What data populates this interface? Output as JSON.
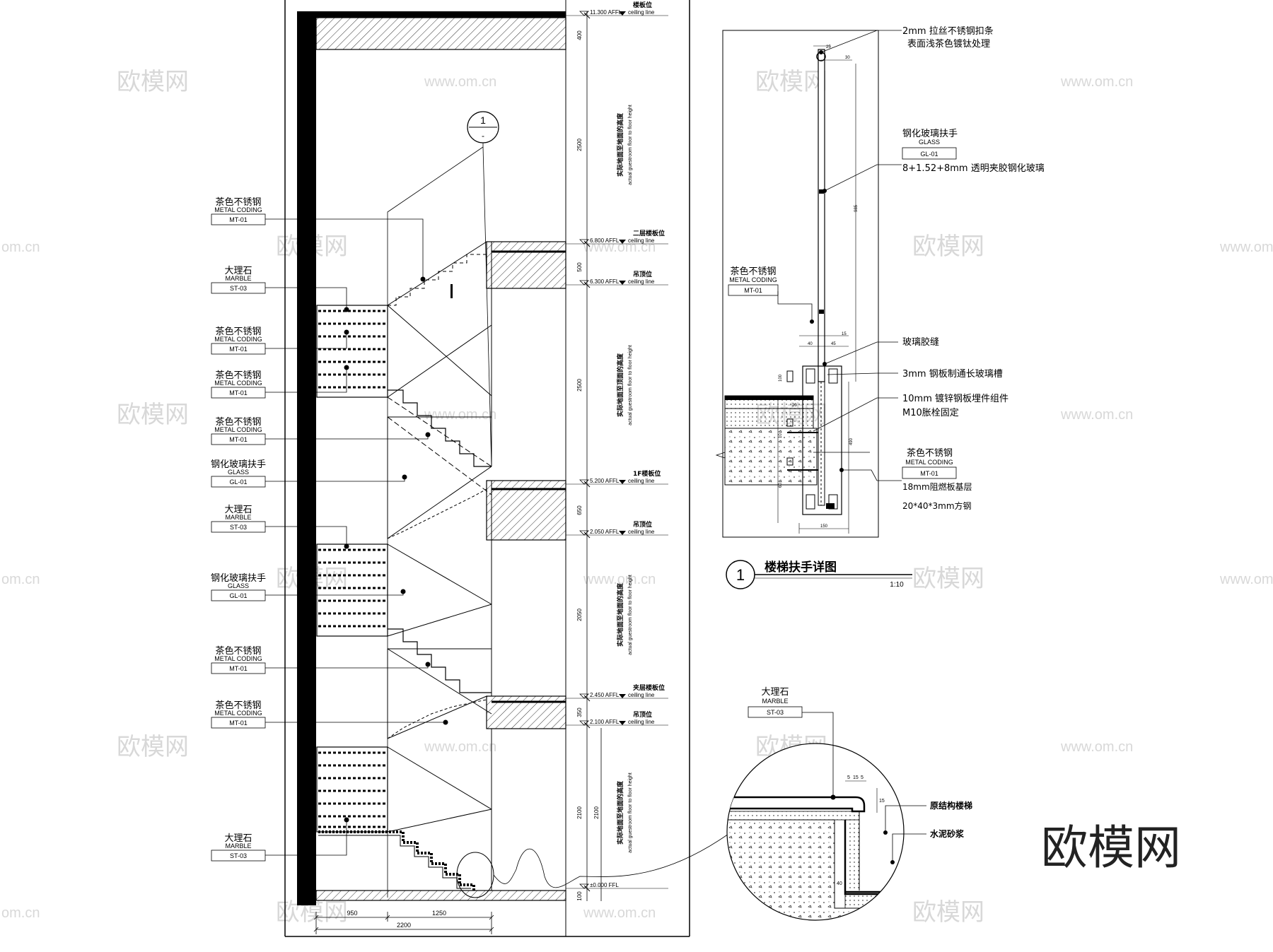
{
  "watermarks": {
    "brand": "欧模网",
    "url": "www.om.cn",
    "url_left": "om.cn",
    "brand_large": "欧模网"
  },
  "left_labels": [
    {
      "cn": "茶色不锈钢",
      "en": "METAL CODING",
      "code": "MT-01"
    },
    {
      "cn": "大理石",
      "en": "MARBLE",
      "code": "ST-03"
    },
    {
      "cn": "茶色不锈钢",
      "en": "METAL CODING",
      "code": "MT-01"
    },
    {
      "cn": "茶色不锈钢",
      "en": "METAL CODING",
      "code": "MT-01"
    },
    {
      "cn": "茶色不锈钢",
      "en": "METAL CODING",
      "code": "MT-01"
    },
    {
      "cn": "钢化玻璃扶手",
      "en": "GLASS",
      "code": "GL-01"
    },
    {
      "cn": "大理石",
      "en": "MARBLE",
      "code": "ST-03"
    },
    {
      "cn": "钢化玻璃扶手",
      "en": "GLASS",
      "code": "GL-01"
    },
    {
      "cn": "茶色不锈钢",
      "en": "METAL CODING",
      "code": "MT-01"
    },
    {
      "cn": "茶色不锈钢",
      "en": "METAL CODING",
      "code": "MT-01"
    },
    {
      "cn": "大理石",
      "en": "MARBLE",
      "code": "ST-03"
    }
  ],
  "levels": [
    {
      "value": "11.300 AFFL",
      "cn": "楼板位",
      "en": "ceiling line"
    },
    {
      "value": "6.800 AFFL",
      "cn": "二层楼板位",
      "en": "ceiling line"
    },
    {
      "value": "6.300 AFFL",
      "cn": "吊顶位",
      "en": "ceiling line"
    },
    {
      "value": "5.200 AFFL",
      "cn": "1F楼板位",
      "en": "ceiling line"
    },
    {
      "value": "2.050 AFFL",
      "cn": "吊顶位",
      "en": "ceiling line"
    },
    {
      "value": "2.450 AFFL",
      "cn": "夹层楼板位",
      "en": "ceiling line"
    },
    {
      "value": "2.100 AFFL",
      "cn": "吊顶位",
      "en": "ceiling line"
    },
    {
      "value": "±0.000 FFL",
      "cn": "",
      "en": ""
    }
  ],
  "vertical_dims": [
    "400",
    "2500",
    "500",
    "2500",
    "650",
    "2050",
    "350",
    "2100",
    "2100",
    "100"
  ],
  "vertical_notes": [
    {
      "cn": "实际地面至地面的高度",
      "en": "actual guestroom floor to floor height"
    },
    {
      "cn": "实际地面至顶面的高度",
      "en": "actual guestroom floor to floor height"
    },
    {
      "cn": "实际地面至地面的高度",
      "en": "actual guestroom floor to floor height"
    },
    {
      "cn": "实际地面至地面的高度",
      "en": "actual guestroom floor to floor height"
    }
  ],
  "bottom_dims": {
    "left": "950",
    "right": "1250",
    "total": "2200"
  },
  "callout": {
    "number": "1",
    "sheet": "-"
  },
  "detail": {
    "title": "楼梯扶手详图",
    "number": "1",
    "scale": "1:10",
    "notes": [
      "2mm 拉丝不锈钢扣条",
      "表面浅茶色镀钛处理",
      "钢化玻璃扶手",
      "GLASS",
      "GL-01",
      "8+1.52+8mm 透明夹胶钢化玻璃",
      "玻璃胶缝",
      "3mm 钢板制通长玻璃槽",
      "10mm 镀锌钢板埋件组件",
      "M10胀栓固定",
      "茶色不锈钢",
      "METAL CODING",
      "MT-01",
      "18mm阻燃板基层",
      "20*40*3mm方钢"
    ],
    "left_label": {
      "cn": "茶色不锈钢",
      "en": "METAL CODING",
      "code": "MT-01"
    },
    "small_dims": [
      "25",
      "30",
      "15",
      "40",
      "45",
      "20",
      "150",
      "985",
      "490",
      "10",
      "60",
      "100"
    ]
  },
  "circle_detail": {
    "label": {
      "cn": "大理石",
      "en": "MARBLE",
      "code": "ST-03"
    },
    "notes": [
      "原结构楼梯",
      "水泥砂浆"
    ],
    "dims": [
      "5",
      "15",
      "5",
      "15",
      "40"
    ]
  }
}
